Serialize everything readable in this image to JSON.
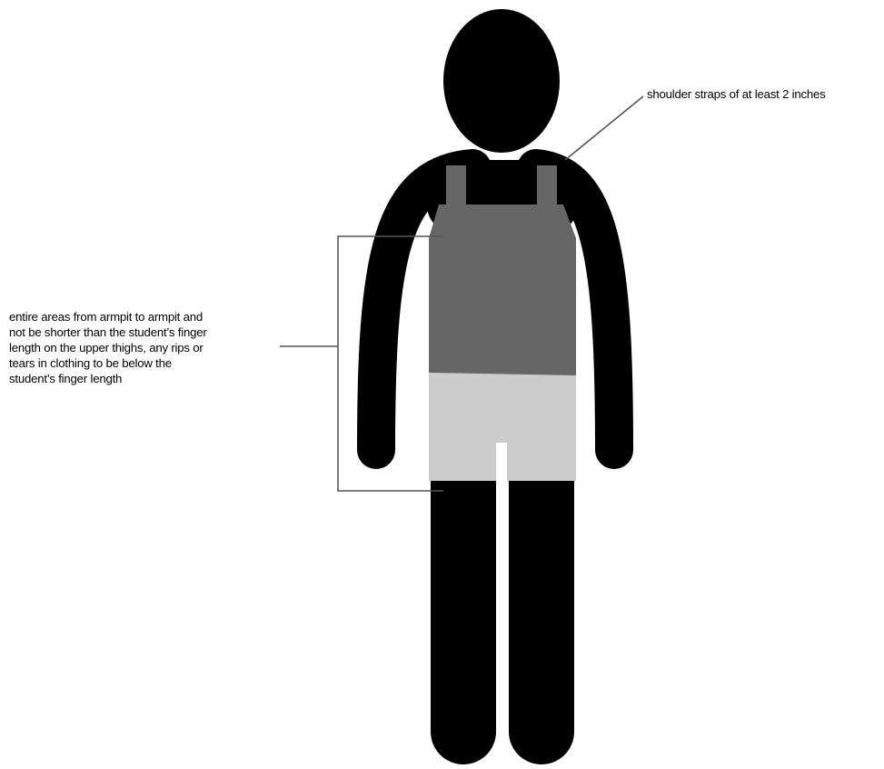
{
  "annotations": {
    "shoulder_straps": "shoulder straps of at least 2 inches",
    "coverage_lines": [
      "entire areas from armpit to armpit and",
      "not be shorter than the student’s finger",
      "length on the upper thighs, any rips or",
      "tears in clothing to be below the",
      "student’s finger length"
    ]
  },
  "colors": {
    "figure": "#000000",
    "top": "#666666",
    "shorts": "#cccccc",
    "leader_line": "#555555"
  }
}
